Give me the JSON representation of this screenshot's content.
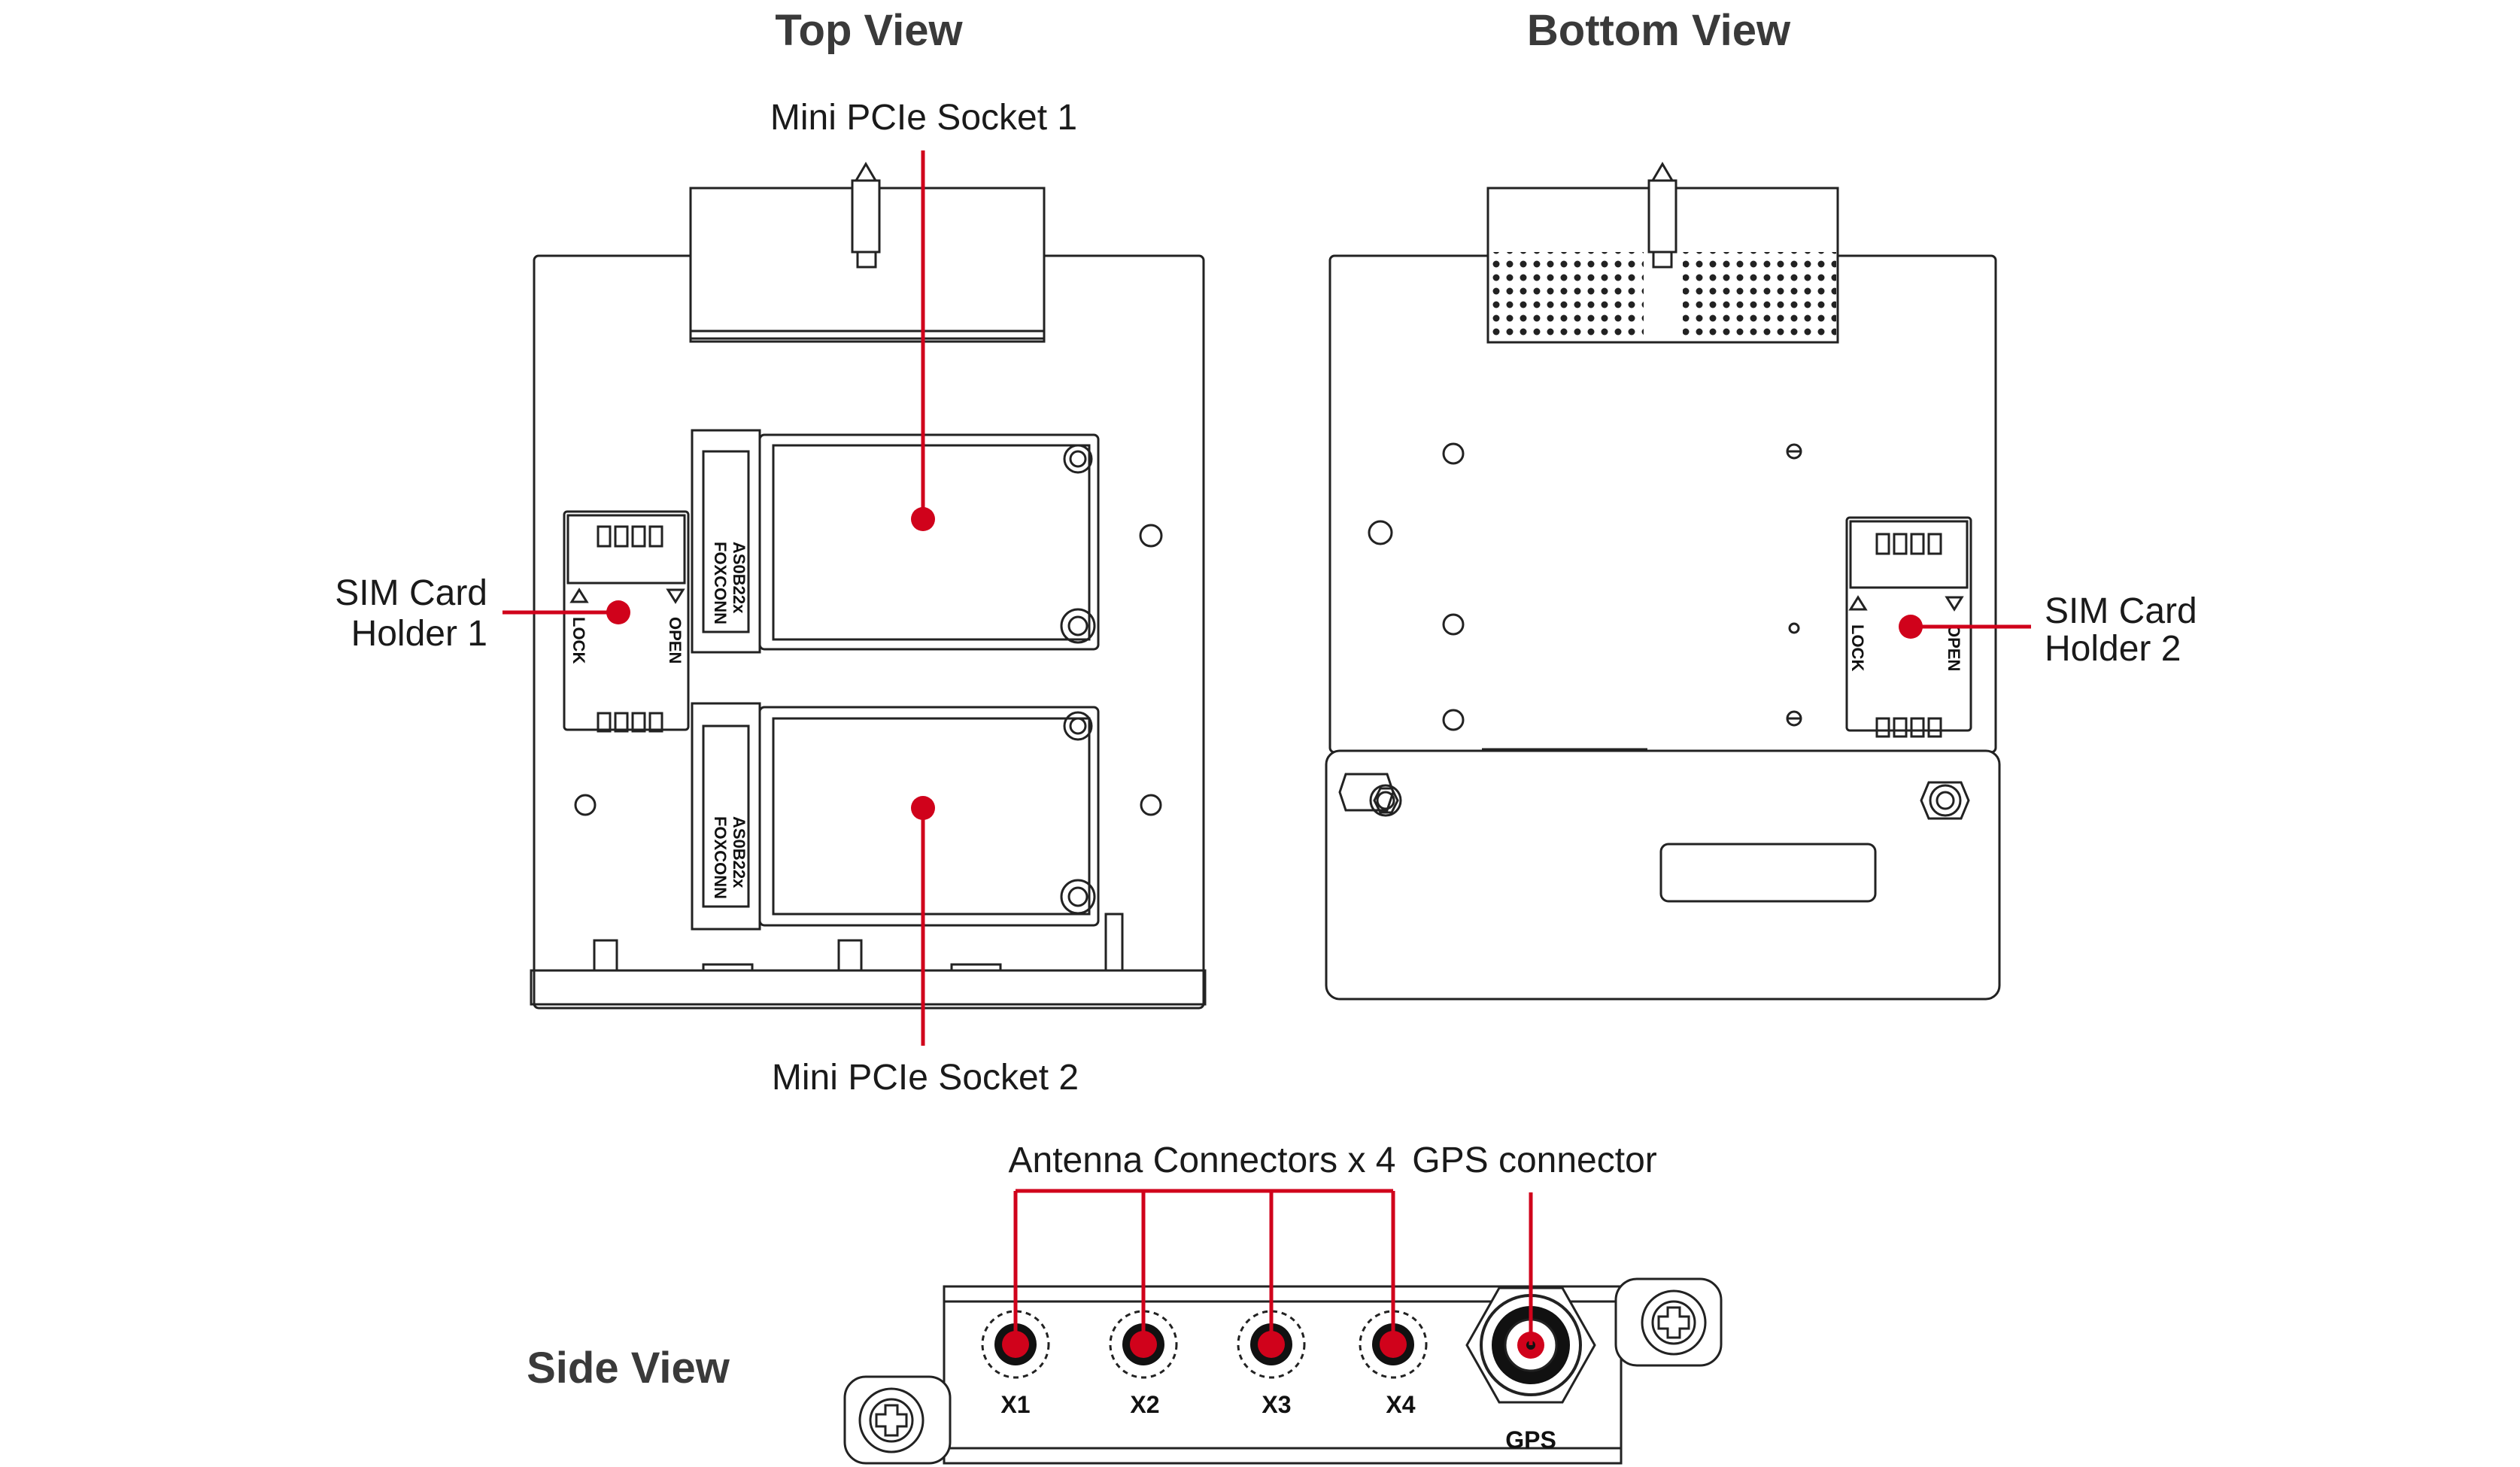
{
  "views": {
    "top_title": "Top View",
    "bottom_title": "Bottom View",
    "side_title": "Side View"
  },
  "callouts": {
    "mini_pcie_1": "Mini PCIe Socket 1",
    "mini_pcie_2": "Mini PCIe Socket 2",
    "sim1_line1": "SIM Card",
    "sim1_line2": "Holder 1",
    "sim2_line1": "SIM Card",
    "sim2_line2": "Holder 2",
    "antenna": "Antenna Connectors x 4",
    "gps": "GPS connector"
  },
  "component_text": {
    "lock": "LOCK",
    "open": "OPEN",
    "socket_text_1": "AS0B22x",
    "socket_text_2": "FOXCONN"
  },
  "ports": [
    "X1",
    "X2",
    "X3",
    "X4"
  ],
  "gps_port": "GPS",
  "colors": {
    "accent": "#d0021b",
    "outline": "#222222",
    "title": "#3a3a3a"
  }
}
